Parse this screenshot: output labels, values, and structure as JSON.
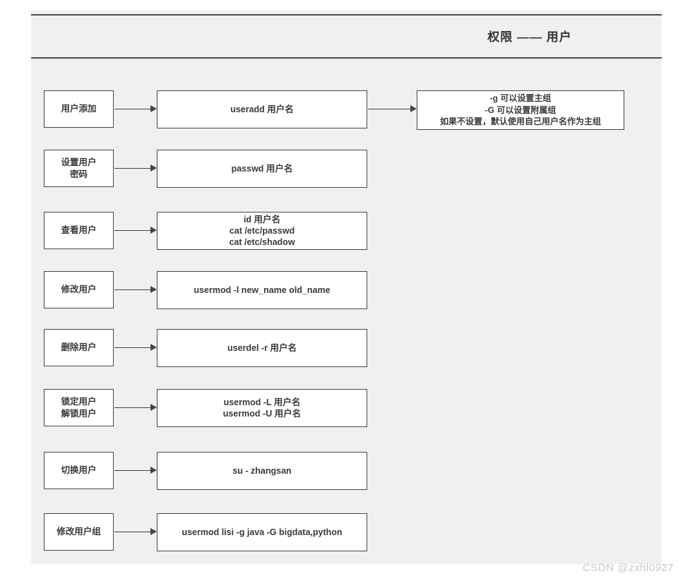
{
  "page": {
    "title": "权限 —— 用户",
    "watermark": "CSDN @zxhl0927",
    "colors": {
      "panel_bg": "#f0f0f0",
      "rule_line": "#4f4f4f",
      "box_border": "#474747",
      "box_bg": "#ffffff",
      "text": "#3b3b3b",
      "watermark": "#c8c8c8"
    }
  },
  "diagram": {
    "rows": [
      {
        "label": "用户添加",
        "command": "useradd 用户名",
        "note": "-g 可以设置主组\n-G 可以设置附属组\n如果不设置，默认使用自己用户名作为主组"
      },
      {
        "label": "设置用户\n密码",
        "command": "passwd 用户名"
      },
      {
        "label": "查看用户",
        "command": "id 用户名\ncat /etc/passwd\ncat /etc/shadow"
      },
      {
        "label": "修改用户",
        "command": "usermod -l new_name old_name"
      },
      {
        "label": "删除用户",
        "command": "userdel -r 用户名"
      },
      {
        "label": "锁定用户\n解锁用户",
        "command": "usermod -L 用户名\nusermod -U 用户名"
      },
      {
        "label": "切换用户",
        "command": "su - zhangsan"
      },
      {
        "label": "修改用户组",
        "command": "usermod lisi -g java -G bigdata,python"
      }
    ]
  }
}
